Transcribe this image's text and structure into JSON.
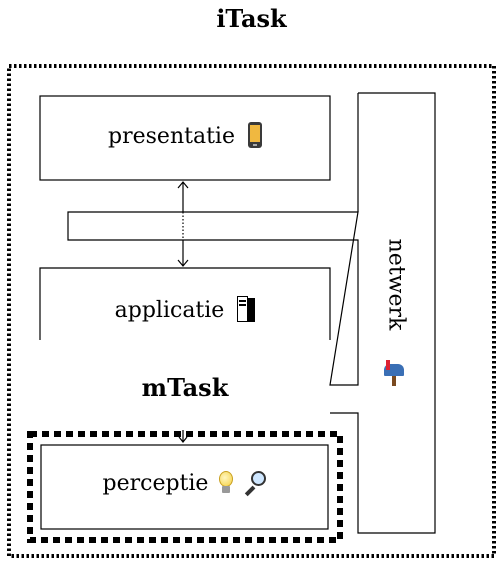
{
  "diagram": {
    "outer_title": "iTask",
    "inner_title": "mTask",
    "layers": {
      "presentation": "presentatie",
      "application": "applicatie",
      "perception": "perceptie",
      "network": "netwerk"
    },
    "icons": {
      "presentation": "mobile-phone-icon",
      "application": "desktop-computer-icon",
      "perception_1": "lightbulb-icon",
      "perception_2": "magnifier-icon",
      "network": "mailbox-icon"
    }
  }
}
